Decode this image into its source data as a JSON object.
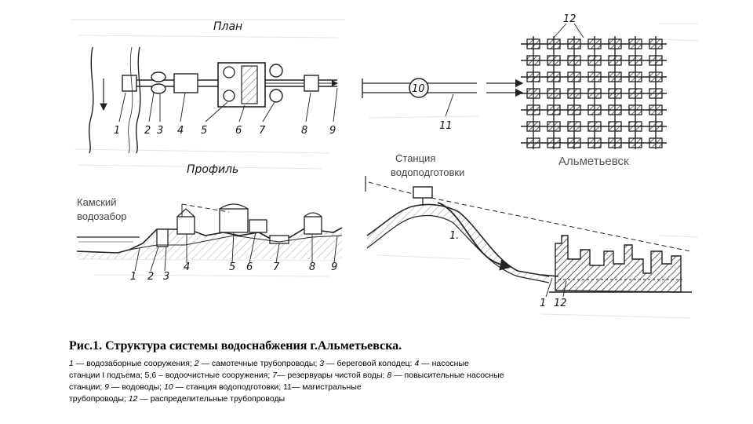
{
  "scheme": {
    "plan_title": "План",
    "profile_title": "Профиль",
    "station_label_line1": "Станция",
    "station_label_line2": "водоподготовки",
    "intake_label_line1": "Камский",
    "intake_label_line2": "водозабор",
    "city_label": "Альметьевск",
    "plan_numbers": [
      "1",
      "2",
      "3",
      "4",
      "5",
      "6",
      "7",
      "8",
      "9"
    ],
    "station_number": "10",
    "main_pipe_number": "11",
    "grid_number": "12",
    "profile_numbers": [
      "1",
      "2",
      "3",
      "4",
      "5",
      "6",
      "7",
      "8",
      "9"
    ],
    "slope_number": "1.",
    "city_profile_numbers": [
      "1",
      "12"
    ]
  },
  "caption": {
    "title": "Рис.1. Структура системы водоснабжения г.Альметьевска.",
    "legend": [
      [
        {
          "t": "1",
          "i": true
        },
        {
          "t": " — водозаборные сооружения; ",
          "i": false
        },
        {
          "t": "2",
          "i": true
        },
        {
          "t": " — самотечные трубопроводы; ",
          "i": false
        },
        {
          "t": "3",
          "i": true
        },
        {
          "t": " — береговой колодец: ",
          "i": false
        },
        {
          "t": "4",
          "i": true
        },
        {
          "t": " — насосные",
          "i": false
        }
      ],
      [
        {
          "t": "станции I подъема; 5,6 – водоочистные сооружения; ",
          "i": false
        },
        {
          "t": "7",
          "i": true
        },
        {
          "t": "— резервуары чистой воды; ",
          "i": false
        },
        {
          "t": "8",
          "i": true
        },
        {
          "t": " — повысительные насосные",
          "i": false
        }
      ],
      [
        {
          "t": "станции; ",
          "i": false
        },
        {
          "t": "9",
          "i": true
        },
        {
          "t": " — водоводы; ",
          "i": false
        },
        {
          "t": "10",
          "i": true
        },
        {
          "t": " — станция водоподготовки; 11— магистральные",
          "i": false
        }
      ],
      [
        {
          "t": "трубопроводы; ",
          "i": false
        },
        {
          "t": "12",
          "i": true
        },
        {
          "t": " — распределительные трубопроводы",
          "i": false
        }
      ]
    ]
  }
}
